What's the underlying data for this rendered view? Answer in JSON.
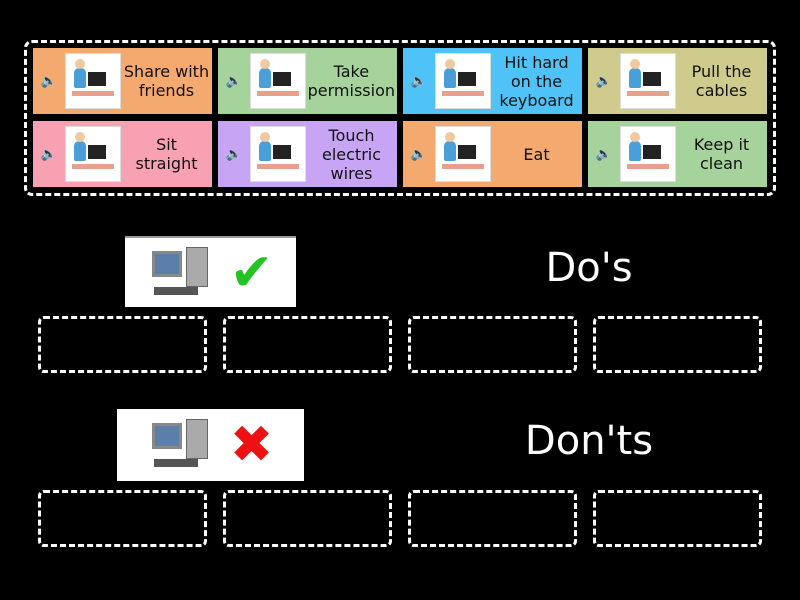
{
  "cards": [
    {
      "label": "Share with friends",
      "color": "#f4a96f",
      "icon": "speaker-icon"
    },
    {
      "label": "Take permission",
      "color": "#a6d39c",
      "icon": "speaker-icon"
    },
    {
      "label": "Hit hard on the keyboard",
      "color": "#4fc3f7",
      "icon": "speaker-icon"
    },
    {
      "label": "Pull the cables",
      "color": "#cfcb8c",
      "icon": "speaker-icon"
    },
    {
      "label": "Sit straight",
      "color": "#f8a1b3",
      "icon": "speaker-icon"
    },
    {
      "label": "Touch electric wires",
      "color": "#c8a5f4",
      "icon": "speaker-icon"
    },
    {
      "label": "Eat",
      "color": "#f4a96f",
      "icon": "speaker-icon"
    },
    {
      "label": "Keep it clean",
      "color": "#a6d39c",
      "icon": "speaker-icon"
    }
  ],
  "groups": [
    {
      "title": "Do's",
      "mark": "check-icon",
      "mark_color": "#22c322"
    },
    {
      "title": "Don'ts",
      "mark": "cross-icon",
      "mark_color": "#ee1111"
    }
  ]
}
